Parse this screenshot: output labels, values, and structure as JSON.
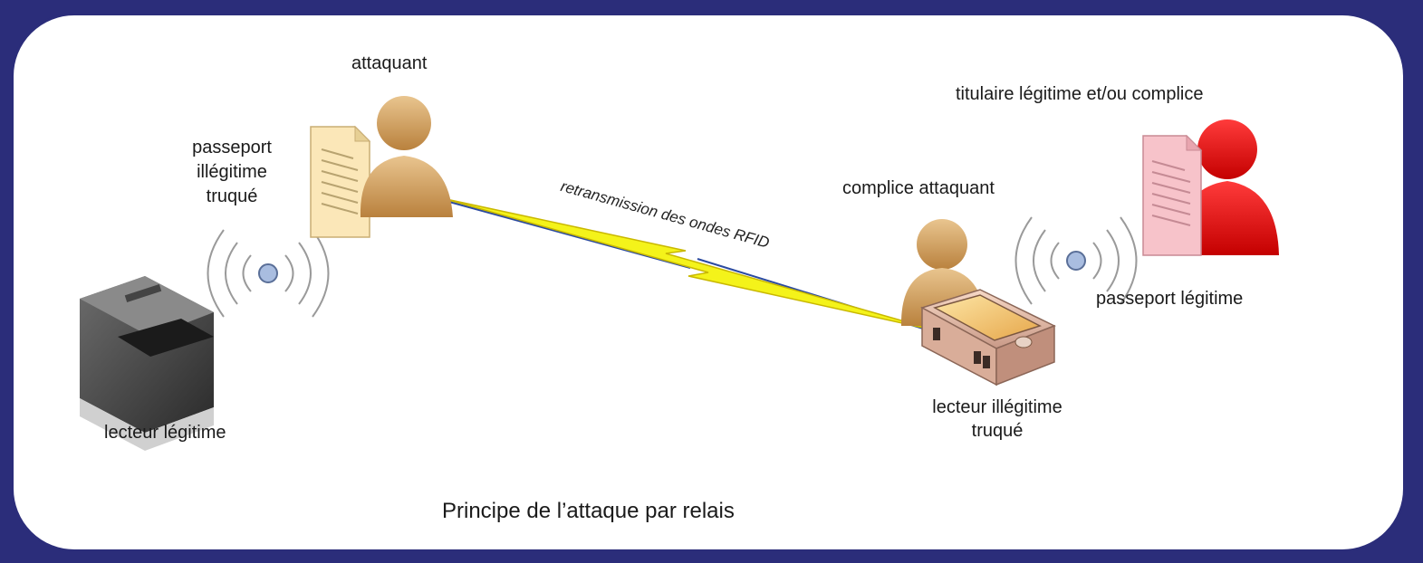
{
  "labels": {
    "attacker": "attaquant",
    "fake_passport": "passeport\nillégitime\ntruqué",
    "relay": "retransmission des ondes RFID",
    "accomplice": "complice attaquant",
    "holder": "titulaire légitime et/ou complice",
    "legit_passport": "passeport légitime",
    "legit_reader": "lecteur légitime",
    "fake_reader": "lecteur illégitime\ntruqué",
    "caption": "Principe de l’attaque par relais"
  },
  "colors": {
    "frame_border": "#2b2d7a",
    "attacker_person": "#d9a86b",
    "holder_person": "#e81414",
    "fake_passport_doc": "#fbe7b8",
    "legit_passport_doc": "#f7c3ca",
    "lightning": "#f4f31a"
  },
  "icons": {
    "attacker": "person-icon",
    "accomplice": "person-icon",
    "holder": "person-icon",
    "fake_passport": "document-icon",
    "legit_passport": "document-icon",
    "legit_reader": "reader-device-icon",
    "fake_reader": "reader-device-icon",
    "relay": "lightning-bolt-icon"
  }
}
